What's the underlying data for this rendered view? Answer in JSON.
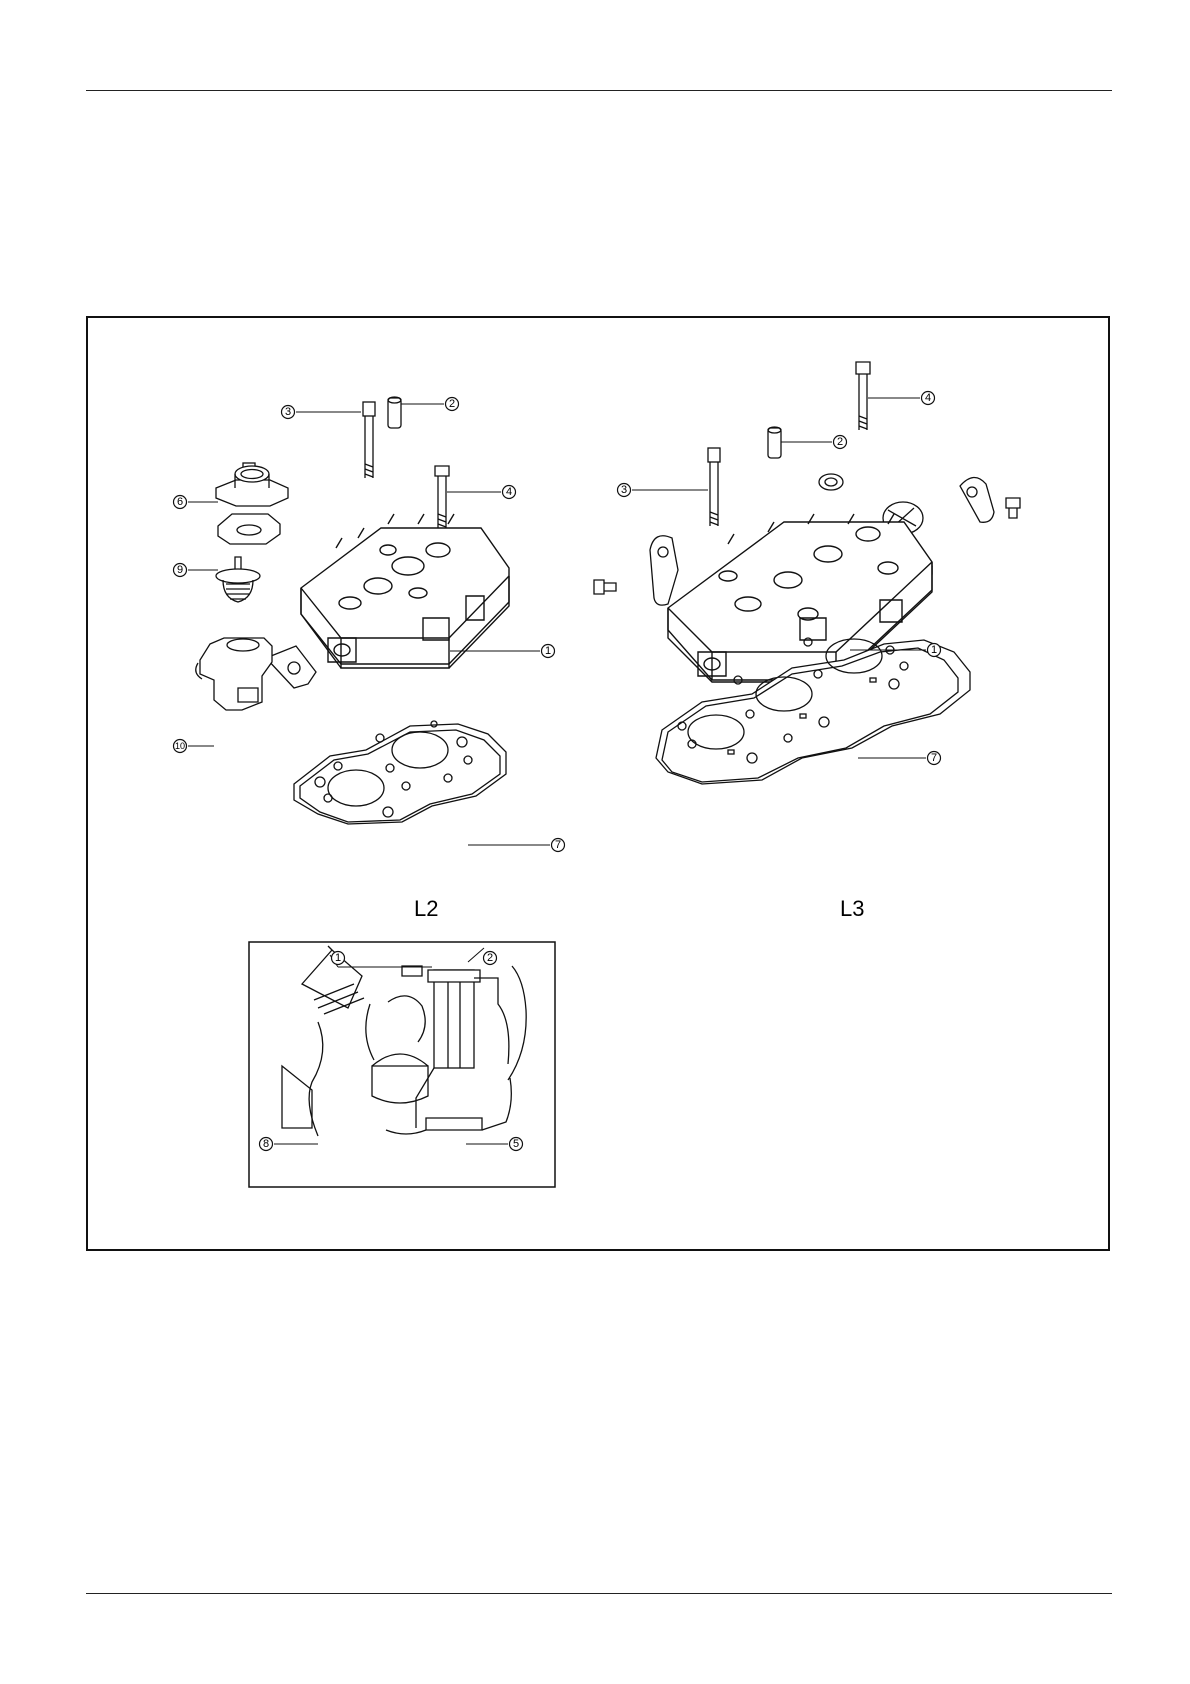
{
  "figure": {
    "variants": {
      "left": "L2",
      "right": "L3"
    },
    "callouts": [
      "1",
      "2",
      "3",
      "4",
      "5",
      "6",
      "7",
      "8",
      "9",
      "10"
    ]
  },
  "colors": {
    "ink": "#111111",
    "paper": "#ffffff"
  }
}
